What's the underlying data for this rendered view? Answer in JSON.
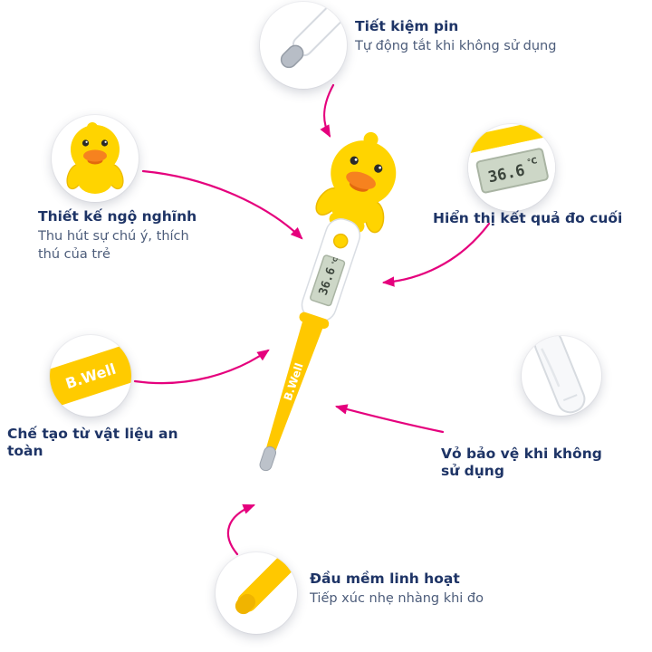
{
  "colors": {
    "accent_pink": "#E5007D",
    "title_navy": "#1E3466",
    "desc_slate": "#4C5C7A",
    "duck_yellow": "#FFD400",
    "stem_yellow": "#FFC800",
    "beak_orange": "#F6821F",
    "lcd_green": "#CDD7C7",
    "metal_gray": "#BCC2CA"
  },
  "thermometer": {
    "brand": "B.Well",
    "lcd_value": "36.6",
    "lcd_unit": "°C"
  },
  "callouts": {
    "battery": {
      "title": "Tiết kiệm pin",
      "desc": "Tự động tắt khi không sử dụng"
    },
    "design": {
      "title": "Thiết kế ngộ nghĩnh",
      "desc": "Thu hút sự chú ý, thích thú của trẻ"
    },
    "display": {
      "title": "Hiển thị kết quả đo cuối",
      "lcd_value": "36.6",
      "lcd_unit": "°C"
    },
    "material": {
      "title": "Chế tạo từ vật liệu an toàn",
      "brand": "B.Well"
    },
    "cover": {
      "title": "Vỏ bảo vệ khi không sử dụng"
    },
    "tip": {
      "title": "Đầu mềm linh hoạt",
      "desc": "Tiếp xúc nhẹ nhàng khi đo"
    }
  }
}
